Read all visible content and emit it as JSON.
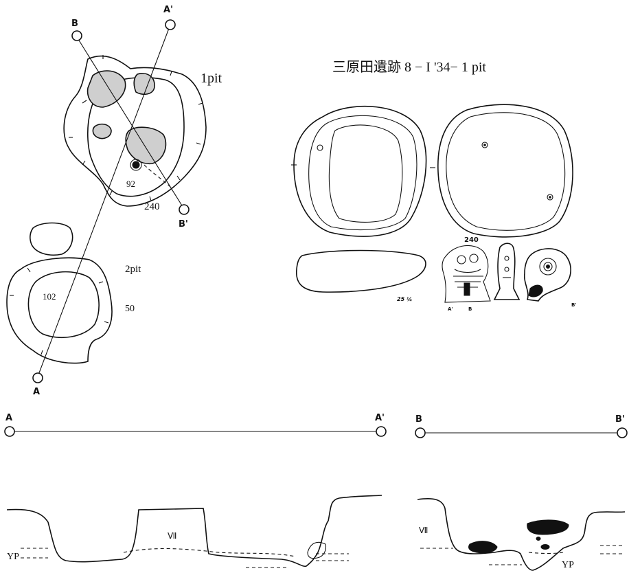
{
  "title": "三原田遺跡 8 − I '34− 1 pit",
  "plan": {
    "pit1_label": "1pit",
    "pit2_label": "2pit",
    "depth_92": "92",
    "depth_240": "240",
    "depth_102": "102",
    "depth_50": "50",
    "point_a": "A",
    "point_a_prime": "A'",
    "point_b": "B",
    "point_b_prime": "B'"
  },
  "artifact": {
    "number": "240",
    "scale": "25 ¼",
    "label_a": "A'",
    "label_b": "B",
    "label_b_prime": "B'"
  },
  "section_aa": {
    "start": "A",
    "end": "A'",
    "layer_label": "Ⅶ",
    "soil_label": "YP"
  },
  "section_bb": {
    "start": "B",
    "end": "B'",
    "layer_label": "Ⅶ",
    "soil_label": "YP"
  }
}
